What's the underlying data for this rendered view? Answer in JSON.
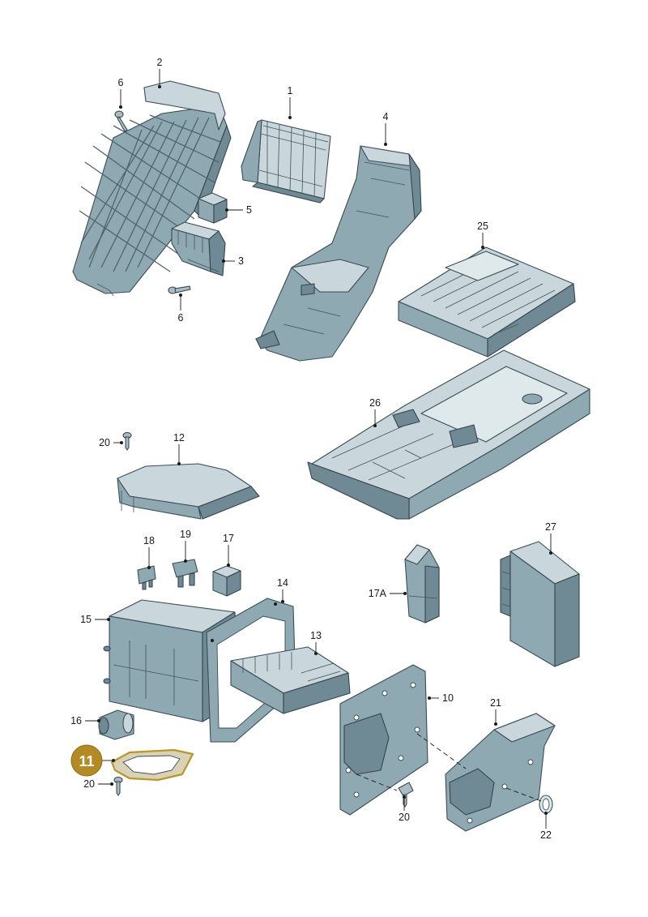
{
  "labels": {
    "p1": "1",
    "p2": "2",
    "p3": "3",
    "p4": "4",
    "p5": "5",
    "p6a": "6",
    "p6b": "6",
    "p10": "10",
    "p11": "11",
    "p12": "12",
    "p13": "13",
    "p14": "14",
    "p15": "15",
    "p16": "16",
    "p17": "17",
    "p17a": "17A",
    "p18": "18",
    "p19": "19",
    "p20a": "20",
    "p20b": "20",
    "p20c": "20",
    "p21": "21",
    "p22": "22",
    "p25": "25",
    "p26": "26",
    "p27": "27"
  },
  "highlight": {
    "part": "11",
    "color": "#b48a24"
  },
  "colors": {
    "part_fill": "#8fa9b2",
    "part_outline": "#3a4c54",
    "leader": "#1a1a1a"
  }
}
